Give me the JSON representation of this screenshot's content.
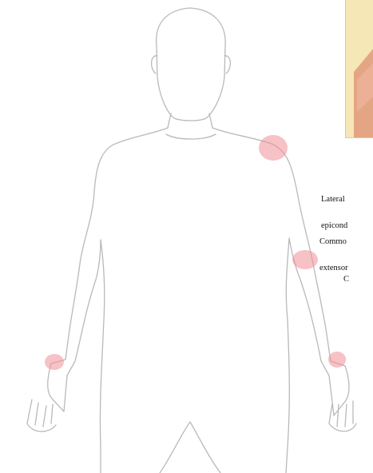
{
  "labels": [
    {
      "line1": "Lateral",
      "line2": "epicond"
    },
    {
      "line1": "Commo",
      "line2": "extensor"
    },
    {
      "line1": "C",
      "line2": ""
    }
  ],
  "colors": {
    "outline": "#b9b9b9",
    "pain_marker": "#ef8f95",
    "inset_background": "#f6e7b6",
    "inset_tissue": "#d97a63"
  },
  "pain_markers": [
    {
      "region": "right-shoulder"
    },
    {
      "region": "right-elbow"
    },
    {
      "region": "right-wrist"
    },
    {
      "region": "left-wrist"
    }
  ]
}
